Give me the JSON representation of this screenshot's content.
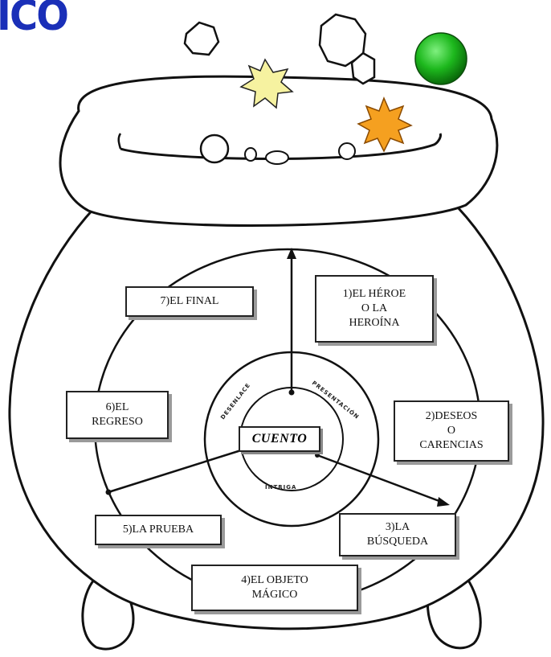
{
  "title_fragment": "ICO",
  "center": "CUENTO",
  "ring_labels": [
    "PRESENTACIÓN",
    "DESENLACE",
    "INTRIGA"
  ],
  "steps": [
    "1)EL HÉROE\nO LA\nHEROÍNA",
    "2)DESEOS\nO\nCARENCIAS",
    "3)LA\nBÚSQUEDA",
    "4)EL OBJETO\nMÁGICO",
    "5)LA PRUEBA",
    "6)EL\nREGRESO",
    "7)EL FINAL"
  ],
  "colors": {
    "title": "#1a2fb8",
    "green_ball": "#1db81d",
    "orange_star": "#f5a020",
    "yellow_star": "#f6f2a0"
  }
}
